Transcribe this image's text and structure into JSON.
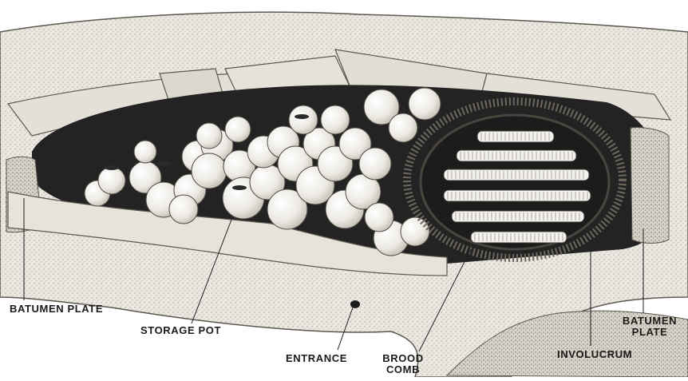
{
  "labels": {
    "batumen_plate_left": "BATUMEN PLATE",
    "storage_pot": "STORAGE POT",
    "entrance": "ENTRANCE",
    "brood_comb_line1": "BROOD",
    "brood_comb_line2": "COMB",
    "involucrum": "INVOLUCRUM",
    "batumen_plate_right_line1": "BATUMEN",
    "batumen_plate_right_line2": "PLATE"
  },
  "colors": {
    "ink": "#1a1a1a",
    "wood": "#e9e6df",
    "wood_shadow": "#cfcac0",
    "cavity": "#2a2a2a",
    "pot": "#f2f0ec",
    "comb": "#f4f2ee"
  }
}
